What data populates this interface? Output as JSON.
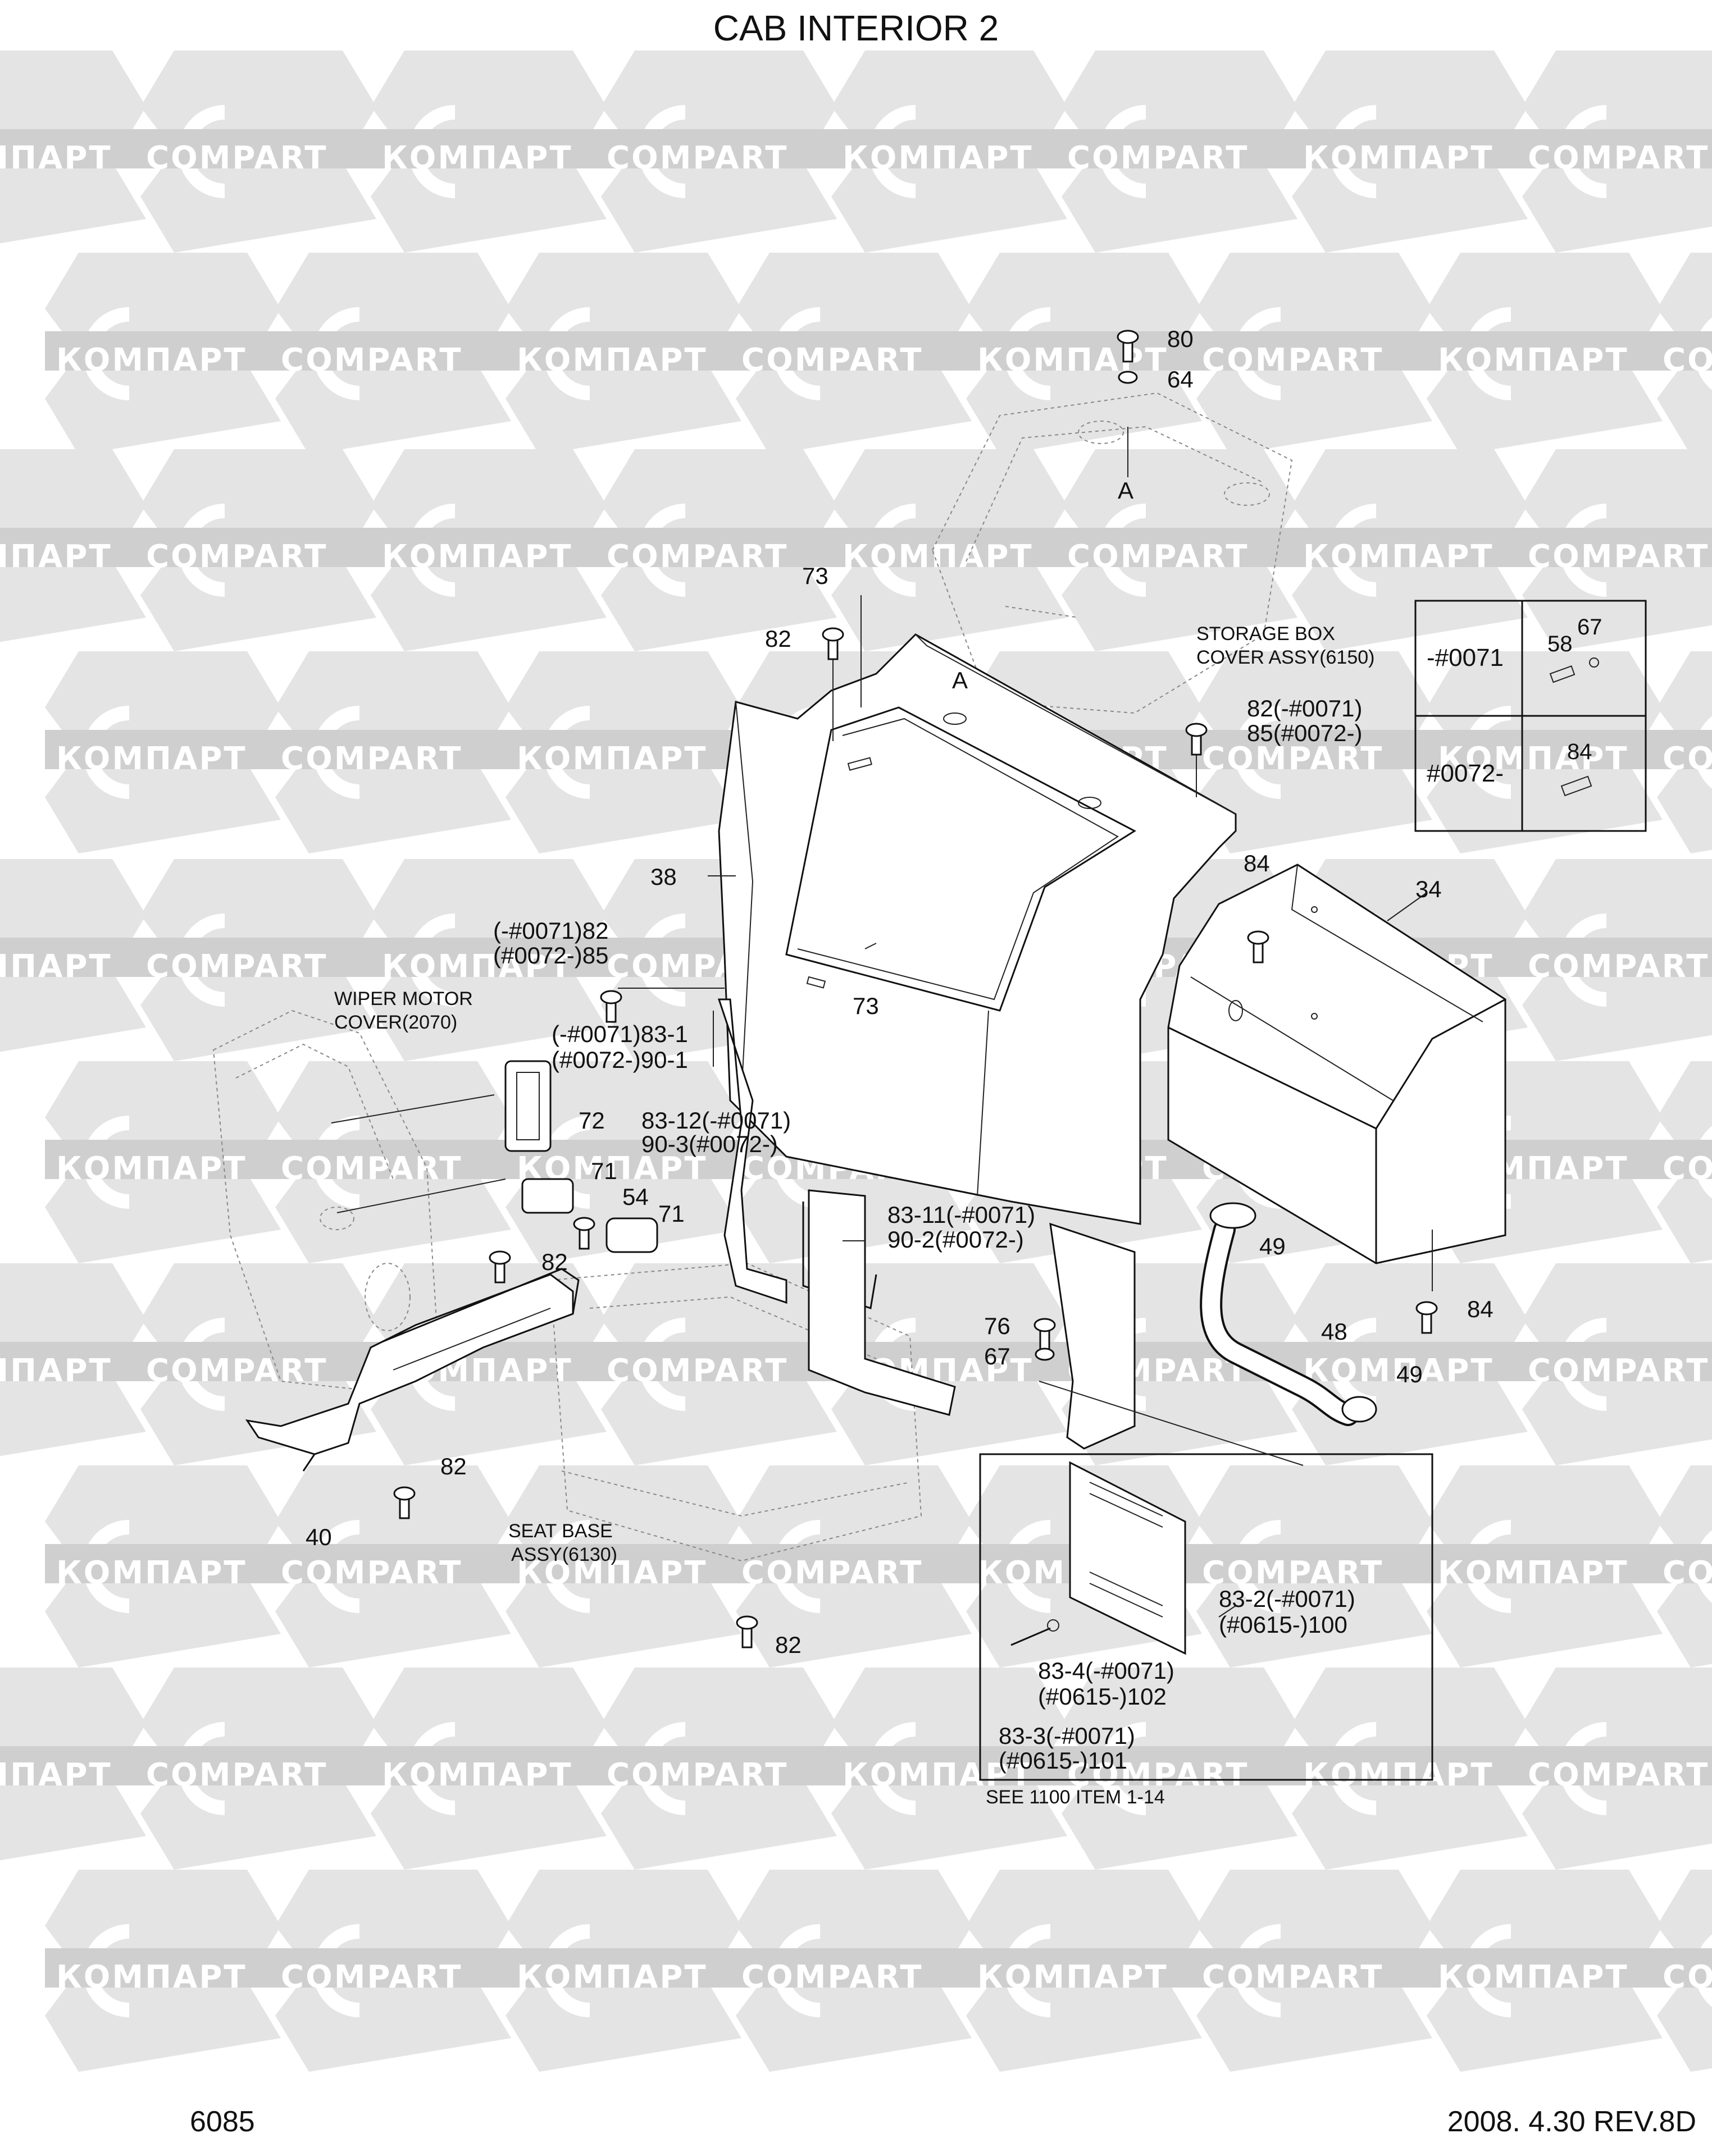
{
  "title": "CAB INTERIOR 2",
  "watermark": {
    "left": "КОМПАРТ",
    "right": "COMPART"
  },
  "page_number": "6085",
  "revision": "2008. 4.30  REV.8D",
  "table": {
    "rows": [
      {
        "serial": "-#0071",
        "parts": [
          "58",
          "67"
        ]
      },
      {
        "serial": "#0072-",
        "parts": [
          "84"
        ]
      }
    ]
  },
  "notes": {
    "storage_box_1": "STORAGE BOX",
    "storage_box_2": "COVER ASSY(6150)",
    "wiper_1": "WIPER MOTOR",
    "wiper_2": "COVER(2070)",
    "seat_1": "SEAT BASE",
    "seat_2": "ASSY(6130)",
    "see_1100": "SEE 1100 ITEM 1-14"
  },
  "labels": {
    "p80": "80",
    "p64": "64",
    "refA_top": "A",
    "refA_mid": "A",
    "p73_top": "73",
    "p82_top": "82",
    "p82_0071": "82(-#0071)",
    "p85_0072": "85(#0072-)",
    "p84_box": "84",
    "p34": "34",
    "p38": "38",
    "p73_mid": "73",
    "p82_85_a": "(-#0071)82",
    "p82_85_b": "(#0072-)85",
    "p83_1": "(-#0071)83-1",
    "p90_1": "(#0072-)90-1",
    "p83_12": "83-12(-#0071)",
    "p90_3": "90-3(#0072-)",
    "p72": "72",
    "p71_a": "71",
    "p54": "54",
    "p71_b": "71",
    "p83_11": "83-11(-#0071)",
    "p90_2": "90-2(#0072-)",
    "p49_a": "49",
    "p84_r": "84",
    "p48": "48",
    "p49_b": "49",
    "p76": "76",
    "p67": "67",
    "p82_left": "82",
    "p82_bot": "82",
    "p40": "40",
    "p82_seat": "82",
    "p83_2": "83-2(-#0071)",
    "p100": "(#0615-)100",
    "p83_4": "83-4(-#0071)",
    "p102": "(#0615-)102",
    "p83_3": "83-3(-#0071)",
    "p101": "(#0615-)101"
  }
}
